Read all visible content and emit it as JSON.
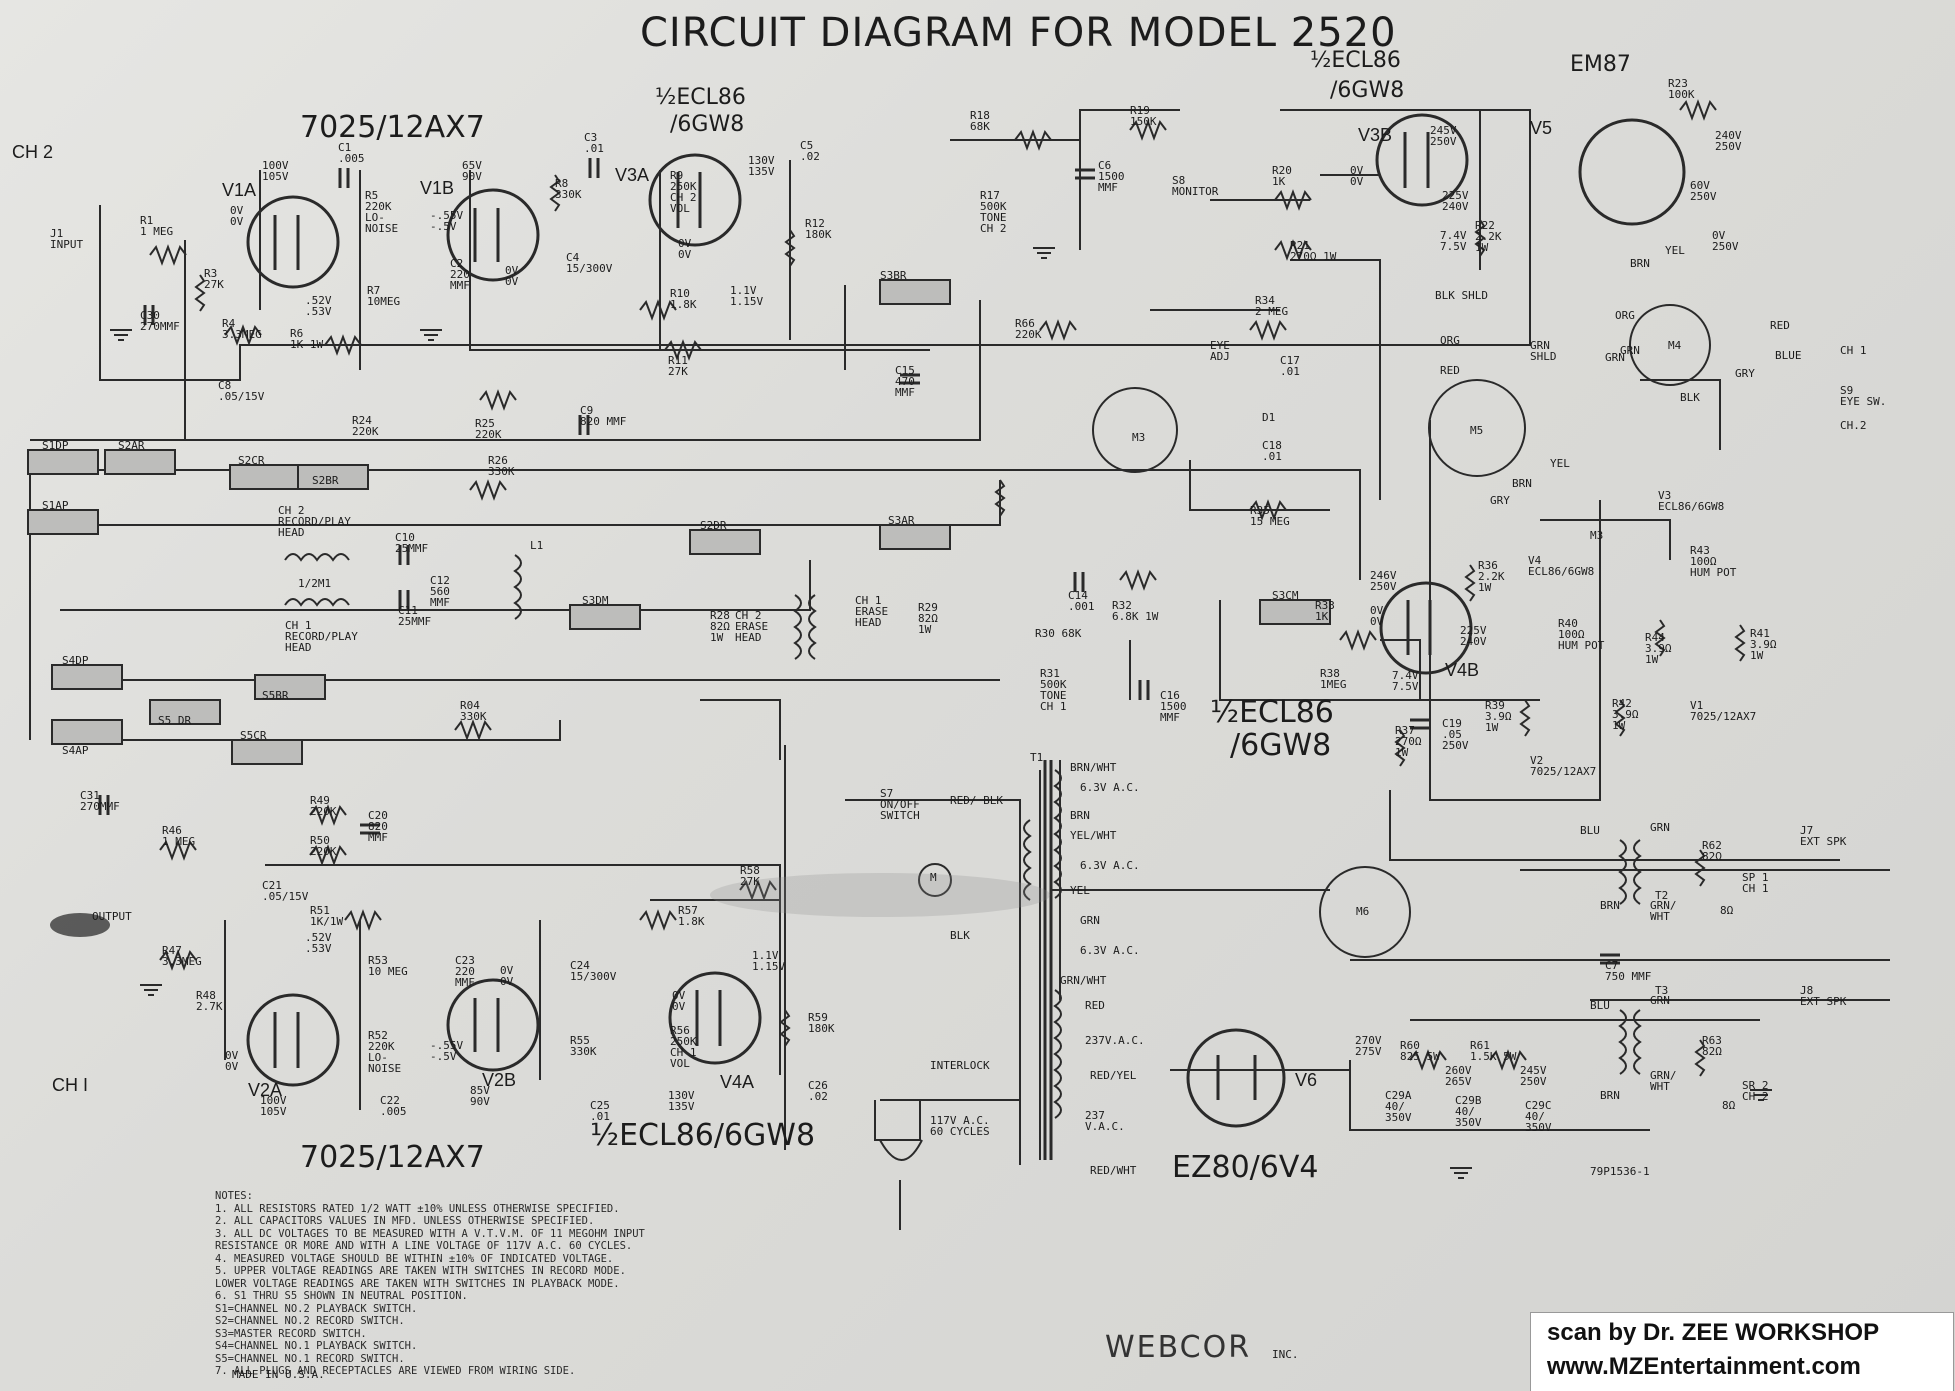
{
  "title": "CIRCUIT  DIAGRAM FOR MODEL  2520",
  "channels": {
    "ch2": "CH 2",
    "ch1": "CH I"
  },
  "tubes": {
    "v1": "7025/12AX7",
    "v2": "7025/12AX7",
    "v3_top": "½ECL86",
    "v3_bot": "/6GW8",
    "v3b_top": "½ECL86",
    "v3b_bot": "/6GW8",
    "v4b_top": "½ECL86",
    "v4b_bot": "/6GW8",
    "v4a": "½ECL86/6GW8",
    "v5": "EM87",
    "v6": "EZ80/6V4"
  },
  "tube_ids": {
    "v1a": "V1A",
    "v1b": "V1B",
    "v3a": "V3A",
    "v3b": "V3B",
    "v5": "V5",
    "v2a": "V2A",
    "v2b": "V2B",
    "v4a": "V4A",
    "v4b": "V4B",
    "v6": "V6"
  },
  "components": {
    "r1": "R1\n1 MEG",
    "j1": "J1\nINPUT",
    "c30": "C30\n270MMF",
    "r3": "R3\n27K",
    "r4": "R4\n3.3MEG",
    "r6": "R6\n1K 1W",
    "r5": "R5\n220K\nLO-\nNOISE",
    "c1": "C1\n.005",
    "r7": "R7\n10MEG",
    "c2": "C2\n220\nMMF",
    "r8": "R8\n330K",
    "c3": "C3\n.01",
    "c4": "C4\n15/300V",
    "r9": "R9\n250K\nCH 2\nVOL",
    "r10": "R10\n1.8K",
    "r11": "R11\n27K",
    "r12": "R12\n180K",
    "c5": "C5\n.02",
    "c8": "C8\n.05/15V",
    "r24": "R24\n220K",
    "r25": "R25\n220K",
    "c9": "C9\n820 MMF",
    "r18": "R18\n68K",
    "r17": "R17\n500K\nTONE\nCH 2",
    "r19": "R19\n150K",
    "c6": "C6\n1500\nMMF",
    "s8": "S8\nMONITOR",
    "r20": "R20\n1K",
    "r21": "R21\n270Ω 1W",
    "r22": "R22\n2.2K\n1W",
    "r23": "R23\n100K",
    "c15": "C15\n470\nMMF",
    "r66": "R66\n220K",
    "r34": "R34\n2 MEG",
    "eye": "EYE\nADJ",
    "c17": "C17\n.01",
    "d1": "D1",
    "c18": "C18\n.01",
    "r35": "R35\n15 MEG",
    "m3": "M3",
    "m4": "M4",
    "m5": "M5",
    "r26": "R26\n330K",
    "c10": "C10\n25MMF",
    "head2": "CH 2\nRECORD/PLAY\nHEAD",
    "l1": "L1",
    "c12": "C12\n560\nMMF",
    "c11": "C11\n25MMF",
    "head1": "CH 1\nRECORD/PLAY\nHEAD",
    "m2m1": "1/2M1",
    "r28": "R28\n82Ω\n1W",
    "erase2": "CH 2\nERASE\nHEAD",
    "erase1": "CH 1\nERASE\nHEAD",
    "r29": "R29\n82Ω\n1W",
    "c14": "C14\n.001",
    "r32": "R32\n6.8K 1W",
    "r30": "R30 68K",
    "r31": "R31\n500K\nTONE\nCH 1",
    "c16": "C16\n1500\nMMF",
    "r33": "R33\n1K",
    "r36": "R36\n2.2K\n1W",
    "r38": "R38\n1MEG",
    "r37": "R37\n270Ω\n1W",
    "c19": "C19\n.05\n250V",
    "r39": "R39\n3.9Ω\n1W",
    "r40": "R40\n100Ω\nHUM POT",
    "r43": "R43\n100Ω\nHUM POT",
    "r44": "R44\n3.9Ω\n1W",
    "r41": "R41\n3.9Ω\n1W",
    "r42": "R42\n3.9Ω\n1W",
    "r04": "R04\n330K",
    "c31": "C31\n270MMF",
    "r49": "R49\n220K",
    "r50": "R50\n220K",
    "c20": "C20\n820\nMMF",
    "c21": "C21\n.05/15V",
    "r51": "R51\n1K/1W",
    "r46": "R46\n1 MEG",
    "r47": "R47\n3.3MEG",
    "r48": "R48\n2.7K",
    "r53": "R53\n10 MEG",
    "c23": "C23\n220\nMMF",
    "c24": "C24\n15/300V",
    "r58": "R58\n27K",
    "r57": "R57\n1.8K",
    "r52": "R52\n220K\nLO-\nNOISE",
    "c22": "C22\n.005",
    "r55": "R55\n330K",
    "c25": "C25\n.01",
    "r56": "R56\n250K\nCH 1\nVOL",
    "r59": "R59\n180K",
    "c26": "C26\n.02",
    "s7": "S7\nON/OFF\nSWITCH",
    "m": "M",
    "interlock": "INTERLOCK",
    "mains": "117V A.C.\n60 CYCLES",
    "t1": "T1",
    "ac63a": "6.3V A.C.",
    "ac63b": "6.3V A.C.",
    "ac63c": "6.3V A.C.",
    "ac237a": "237V.A.C.",
    "ac237b": "237\nV.A.C.",
    "m6": "M6",
    "r60": "R60\n825 5W",
    "r61": "R61\n1.5K 5W",
    "c29a": "C29A\n40/\n350V",
    "c29b": "C29B\n40/\n350V",
    "c29c": "C29C\n40/\n350V",
    "t2": "T2",
    "r62": "R62\n82Ω",
    "sp1": "SP 1\nCH 1",
    "j7": "J7\nEXT SPK",
    "c7": "C7\n750 MMF",
    "t3": "T3",
    "r63": "R63\n82Ω",
    "sp2": "SR 2\nCH 2",
    "j8": "J8\nEXT SPK",
    "s9": "S9\nEYE SW.",
    "ch1sw": "CH 1",
    "ch2sw": "CH.2",
    "v3ref": "V3\nECL86/6GW8",
    "v4ref": "V4\nECL86/6GW8",
    "v1ref": "V1\n7025/12AX7",
    "v2ref": "V2\n7025/12AX7",
    "s1dp": "S1DP",
    "s2ar": "S2AR",
    "s2cr": "S2CR",
    "s2br": "S2BR",
    "s1ap": "S1AP",
    "s3br": "S3BR",
    "s2dr": "S2DR",
    "s3ar": "S3AR",
    "s3dm": "S3DM",
    "s3cm": "S3CM",
    "s4dp": "S4DP",
    "s4ap": "S4AP",
    "s5dr": "S5 DR",
    "s5br": "S5BR",
    "s5cr": "S5CR"
  },
  "volt": {
    "v1a_p": "100V\n105V",
    "v1a_k": "0V\n0V",
    "v1a_c": ".52V\n.53V",
    "v1b_p": "65V\n90V",
    "v1b_g": "-.55V\n-.5V",
    "v1b_k": "0V\n0V",
    "v3a_p": "130V\n135V",
    "v3a_k": "0V\n0V",
    "v3a_c": "1.1V\n1.15V",
    "v3b_a": "245V\n250V",
    "v3b_g": "0V\n0V",
    "v3b_s": "225V\n240V",
    "v3b_k": "7.4V\n7.5V",
    "v5_a": "240V\n250V",
    "v5_b": "60V\n250V",
    "v5_c": "0V\n250V",
    "v4b_a": "246V\n250V",
    "v4b_g": "0V\n0V",
    "v4b_s": "225V\n240V",
    "v4b_k": "7.4V\n7.5V",
    "v2a_p": "100V\n105V",
    "v2a_k": "0V\n0V",
    "v2a_c": ".52V\n.53V",
    "v2b_p": "0V\n0V",
    "v2b_g": "-.55V\n-.5V",
    "v2b_k": "85V\n90V",
    "v4a_p": "130V\n135V",
    "v4a_k": "0V\n0V",
    "v4a_c": "1.1V\n1.15V",
    "hv1": "270V\n275V",
    "hv2": "260V\n265V",
    "hv3": "245V\n250V"
  },
  "wires": {
    "blk_shld": "BLK SHLD",
    "org": "ORG",
    "grn_shld": "GRN\nSHLD",
    "red": "RED",
    "grn": "GRN",
    "yel": "YEL",
    "brn": "BRN",
    "gry": "GRY",
    "org4": "ORG",
    "grn4": "GRN",
    "red4": "RED",
    "blue4": "BLUE",
    "gry4": "GRY",
    "blk4": "BLK",
    "yel4": "YEL",
    "brn4": "BRN",
    "brn_wht": "BRN/WHT",
    "brn2": "BRN",
    "yel_wht": "YEL/WHT",
    "yel2": "YEL",
    "grn2": "GRN",
    "gry_wht": "GRN/WHT",
    "red2": "RED",
    "red_yel": "RED/YEL",
    "red_wht": "RED/WHT",
    "red_blk": "RED/ BLK",
    "blk": "BLK",
    "blu": "BLU",
    "grn3": "GRN",
    "brn3": "BRN",
    "grn_wht3": "GRN/\nWHT",
    "blu2": "BLU",
    "grn5": "GRN",
    "brn5": "BRN",
    "grn_wht5": "GRN/\nWHT",
    "m3label": "M3",
    "eight1": "8Ω",
    "eight2": "8Ω"
  },
  "notes": [
    "NOTES:",
    "1. ALL RESISTORS RATED 1/2 WATT ±10% UNLESS OTHERWISE SPECIFIED.",
    "2. ALL CAPACITORS VALUES IN MFD. UNLESS OTHERWISE SPECIFIED.",
    "3. ALL DC VOLTAGES TO BE MEASURED WITH A V.T.V.M. OF 11 MEGOHM INPUT",
    "   RESISTANCE OR MORE AND WITH A LINE VOLTAGE OF 117V A.C. 60 CYCLES.",
    "4. MEASURED VOLTAGE SHOULD BE WITHIN ±10% OF INDICATED VOLTAGE.",
    "5. UPPER VOLTAGE READINGS ARE TAKEN WITH SWITCHES IN RECORD MODE.",
    "   LOWER VOLTAGE READINGS ARE TAKEN WITH SWITCHES IN PLAYBACK MODE.",
    "6. S1 THRU S5 SHOWN IN NEUTRAL POSITION.",
    "   S1=CHANNEL NO.2 PLAYBACK SWITCH.",
    "   S2=CHANNEL NO.2 RECORD SWITCH.",
    "   S3=MASTER RECORD SWITCH.",
    "   S4=CHANNEL NO.1 PLAYBACK SWITCH.",
    "   S5=CHANNEL NO.1 RECORD SWITCH.",
    "7. ALL PLUGS AND RECEPTACLES ARE VIEWED FROM WIRING SIDE."
  ],
  "made_in": "MADE IN U.S.A.",
  "part_no": "79P1536-1",
  "brand": "WEBCOR",
  "brand_suffix": "INC.",
  "ch2_output": "OUTPUT",
  "scan": {
    "line1": "scan by Dr. ZEE WORKSHOP",
    "line2": "www.MZEntertainment.com"
  },
  "ink": "#222222"
}
